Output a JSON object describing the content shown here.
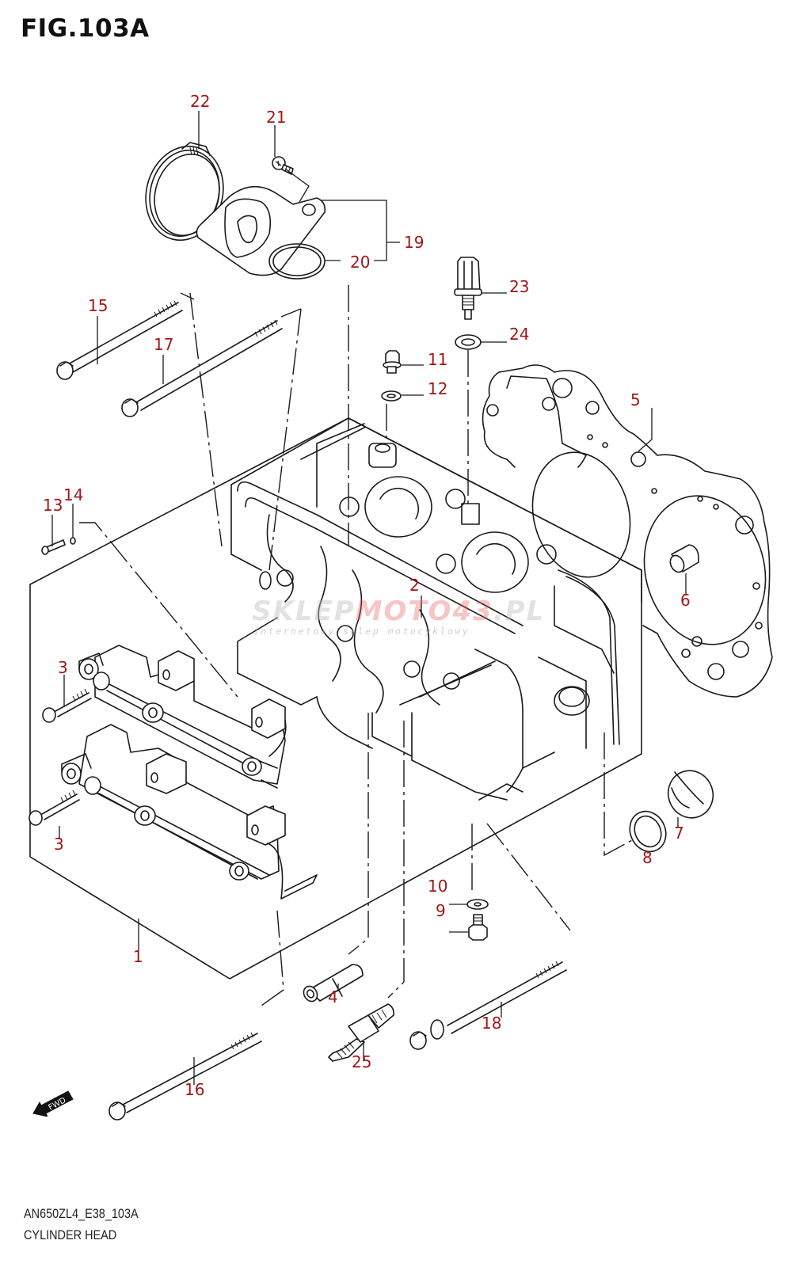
{
  "figure": {
    "title": "FIG.103A",
    "code": "AN650ZL4_E38_103A",
    "name": "CYLINDER HEAD"
  },
  "colors": {
    "callout": "#a01818",
    "line": "#1a1a1a",
    "background": "#ffffff"
  },
  "watermark": {
    "main_gray": "SKLEP",
    "main_red": "MOTO43",
    "main_suffix": ".PL",
    "subtitle": "internetowy sklep motocyklowy"
  },
  "direction_marker": {
    "label": "FWD",
    "icon": "arrow-left-down-icon"
  },
  "callouts": [
    {
      "id": "1",
      "label": "1"
    },
    {
      "id": "2",
      "label": "2"
    },
    {
      "id": "3a",
      "label": "3"
    },
    {
      "id": "3b",
      "label": "3"
    },
    {
      "id": "4",
      "label": "4"
    },
    {
      "id": "5",
      "label": "5"
    },
    {
      "id": "6",
      "label": "6"
    },
    {
      "id": "7",
      "label": "7"
    },
    {
      "id": "8",
      "label": "8"
    },
    {
      "id": "9",
      "label": "9"
    },
    {
      "id": "10",
      "label": "10"
    },
    {
      "id": "11",
      "label": "11"
    },
    {
      "id": "12",
      "label": "12"
    },
    {
      "id": "13",
      "label": "13"
    },
    {
      "id": "14",
      "label": "14"
    },
    {
      "id": "15",
      "label": "15"
    },
    {
      "id": "16",
      "label": "16"
    },
    {
      "id": "17",
      "label": "17"
    },
    {
      "id": "18",
      "label": "18"
    },
    {
      "id": "19",
      "label": "19"
    },
    {
      "id": "20",
      "label": "20"
    },
    {
      "id": "21",
      "label": "21"
    },
    {
      "id": "22",
      "label": "22"
    },
    {
      "id": "23",
      "label": "23"
    },
    {
      "id": "24",
      "label": "24"
    },
    {
      "id": "25",
      "label": "25"
    }
  ]
}
